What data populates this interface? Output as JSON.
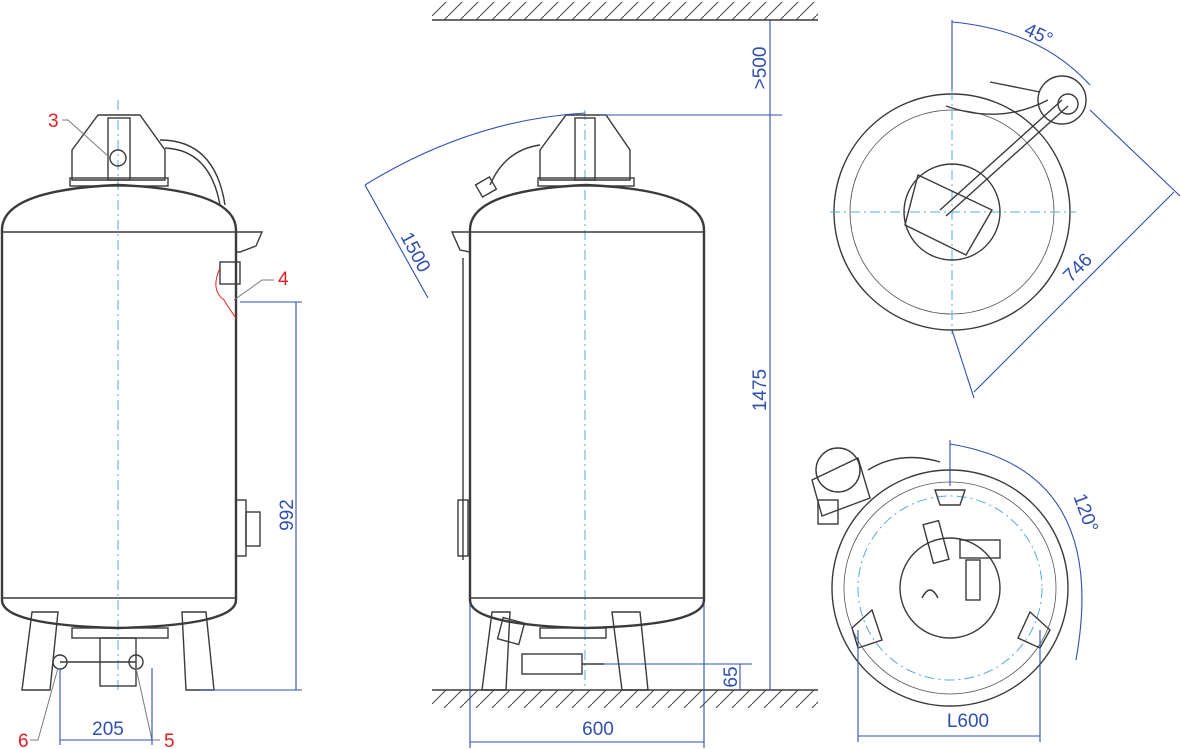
{
  "dimensions": {
    "d_992": "992",
    "d_205": "205",
    "d_500": ">500",
    "d_1500": "1500",
    "d_1475": "1475",
    "d_65": "65",
    "d_600": "600",
    "d_45deg": "45°",
    "d_746": "746",
    "d_120deg": "120°",
    "d_L600": "L600"
  },
  "callouts": {
    "c3": "3",
    "c4": "4",
    "c5": "5",
    "c6": "6"
  },
  "colors": {
    "outline": "#3a3a3a",
    "dimension": "#2f4fb0",
    "axis": "#5aa8e0",
    "callout": "#e02020"
  }
}
